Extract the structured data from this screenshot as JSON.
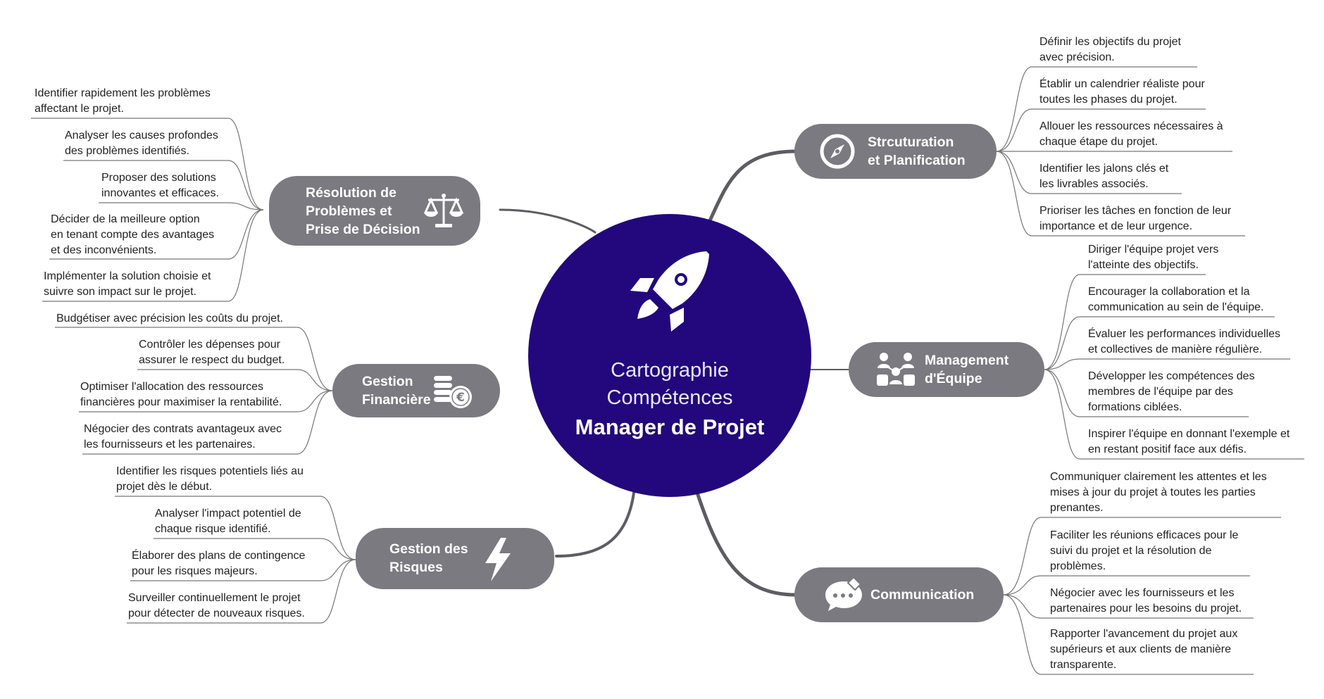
{
  "center": {
    "line1": "Cartographie",
    "line2": "Compétences",
    "line3": "Manager de Projet",
    "icon": "rocket-icon",
    "color": "#22087c"
  },
  "branch_color": "#7b7a80",
  "branches": {
    "structuration": {
      "line1": "Strcuturation",
      "line2": "et Planification",
      "icon": "compass-icon",
      "items": [
        [
          "Définir les objectifs du projet",
          "avec précision."
        ],
        [
          "Établir un calendrier réaliste pour",
          "toutes les phases du projet."
        ],
        [
          "Allouer les ressources nécessaires à",
          "chaque étape du projet."
        ],
        [
          "Identifier les jalons clés et",
          "les livrables associés."
        ],
        [
          "Prioriser les tâches en fonction de leur",
          "importance et de leur urgence."
        ]
      ]
    },
    "management": {
      "line1": "Management",
      "line2": "d'Équipe",
      "icon": "team-icon",
      "items": [
        [
          "Diriger l'équipe projet vers",
          "l'atteinte des objectifs."
        ],
        [
          "Encourager la collaboration et la",
          "communication au sein de l'équipe."
        ],
        [
          "Évaluer les performances individuelles",
          "et collectives de manière régulière."
        ],
        [
          "Développer les compétences des",
          "membres de l'équipe par des",
          "formations ciblées."
        ],
        [
          "Inspirer l'équipe en donnant l'exemple et",
          "en restant positif face aux défis."
        ]
      ]
    },
    "communication": {
      "line1": "Communication",
      "icon": "chat-bubbles-icon",
      "items": [
        [
          "Communiquer clairement les attentes et les",
          "mises à jour du projet à toutes les parties",
          "prenantes."
        ],
        [
          "Faciliter les réunions efficaces pour le",
          "suivi du projet et la résolution de",
          "problèmes."
        ],
        [
          "Négocier avec les fournisseurs et les",
          "partenaires pour les besoins du projet."
        ],
        [
          "Rapporter l'avancement du projet aux",
          "supérieurs et aux clients de manière",
          "transparente."
        ]
      ]
    },
    "resolution": {
      "line1": "Résolution de",
      "line2": "Problèmes et",
      "line3": "Prise de Décision",
      "icon": "scales-icon",
      "items": [
        [
          "Identifier rapidement les problèmes",
          "affectant le projet."
        ],
        [
          "Analyser les causes profondes",
          "des problèmes identifiés."
        ],
        [
          "Proposer des solutions",
          "innovantes et efficaces."
        ],
        [
          "Décider de la meilleure option",
          "en tenant compte des avantages",
          "et des inconvénients."
        ],
        [
          "Implémenter la solution choisie et",
          "suivre son impact sur le projet."
        ]
      ]
    },
    "financiere": {
      "line1": "Gestion",
      "line2": "Financière",
      "icon": "coins-euro-icon",
      "items": [
        [
          "Budgétiser avec précision les coûts du projet."
        ],
        [
          "Contrôler les dépenses pour",
          "assurer le respect du budget."
        ],
        [
          "Optimiser l'allocation des ressources",
          "financières pour maximiser la rentabilité."
        ],
        [
          "Négocier des contrats avantageux avec",
          "les fournisseurs et les partenaires."
        ]
      ]
    },
    "risques": {
      "line1": "Gestion des",
      "line2": "Risques",
      "icon": "lightning-icon",
      "items": [
        [
          "Identifier les risques potentiels liés au",
          "projet dès le début."
        ],
        [
          "Analyser l'impact potentiel de",
          "chaque risque identifié."
        ],
        [
          "Élaborer des plans de contingence",
          "pour les risques majeurs."
        ],
        [
          "Surveiller continuellement le projet",
          "pour détecter de nouveaux risques."
        ]
      ]
    }
  }
}
